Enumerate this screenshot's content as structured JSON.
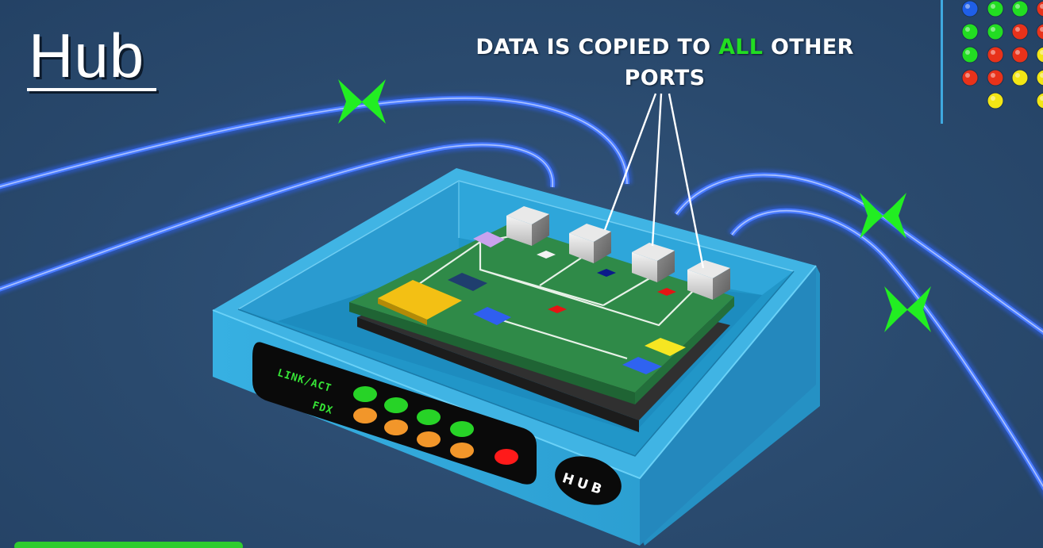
{
  "title": "Hub",
  "caption": {
    "part1": "DATA IS COPIED TO ",
    "highlight": "ALL",
    "part2": " OTHER",
    "line2": "PORTS"
  },
  "front_panel": {
    "link_label": "LINK/ACT",
    "fdx_label": "FDX",
    "badge": "HUB"
  },
  "colors": {
    "background": "#2b4a6e",
    "cable": "#4a7cff",
    "star": "#22ee22",
    "link_led": "#27d327",
    "fdx_led": "#f2962a",
    "power_led": "#ff1a1a",
    "case": "#2fa5d6",
    "board": "#2f8a48",
    "highlight_text": "#22dd22"
  },
  "icons": [
    "star-icon",
    "port-cube-icon",
    "led-icon"
  ],
  "dot_grid": [
    [
      "blue",
      "green",
      "green",
      "red"
    ],
    [
      "green",
      "green",
      "red",
      "red"
    ],
    [
      "green",
      "red",
      "red",
      "yellow"
    ],
    [
      "red",
      "red",
      "yellow",
      "yellow"
    ],
    [
      "",
      "yellow",
      "",
      "yellow"
    ]
  ]
}
